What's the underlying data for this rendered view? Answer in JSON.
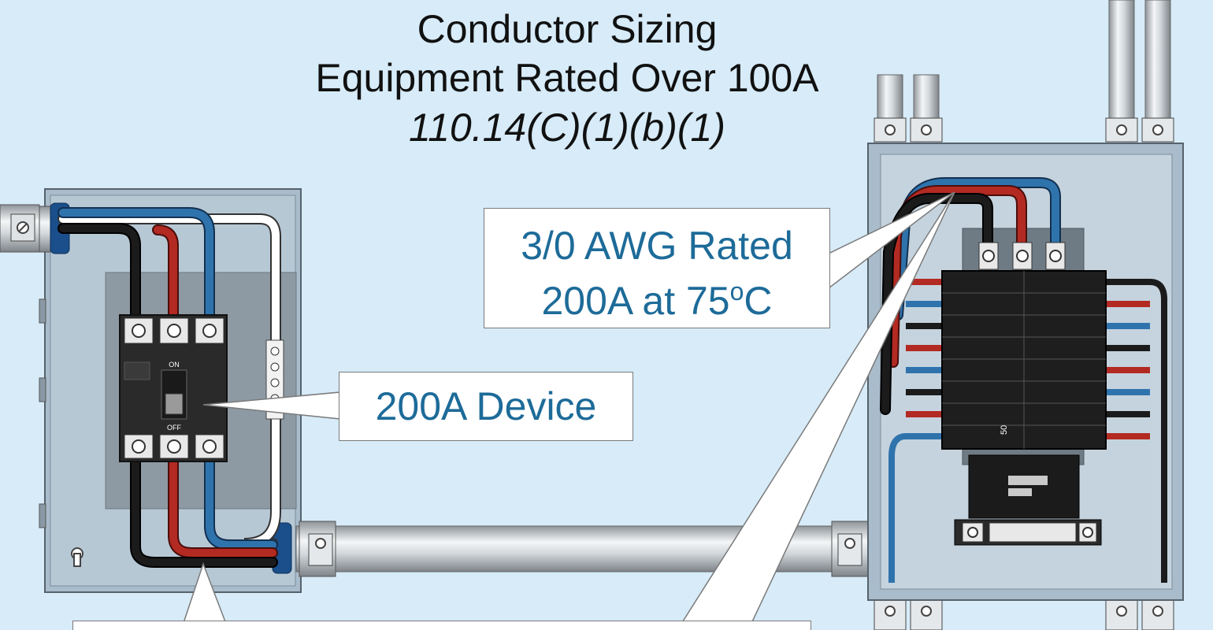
{
  "title": {
    "line1": "Conductor Sizing",
    "line2": "Equipment Rated Over 100A",
    "line3": "110.14(C)(1)(b)(1)"
  },
  "callouts": {
    "device": "200A Device",
    "conductor_line1": "3/0 AWG Rated",
    "conductor_line2_main": "200A at 75",
    "conductor_line2_sup": "o",
    "conductor_line2_end": "C"
  },
  "disconnect": {
    "on_label": "ON",
    "off_label": "OFF"
  },
  "panelboard": {
    "breaker_rating": "50"
  },
  "colors": {
    "background": "#d7ebf8",
    "enclosure": "#a9bccb",
    "wire_black": "#111111",
    "wire_red": "#b22a22",
    "wire_blue": "#2f73ad",
    "wire_white": "#ffffff",
    "callout_text": "#1d6b99"
  }
}
